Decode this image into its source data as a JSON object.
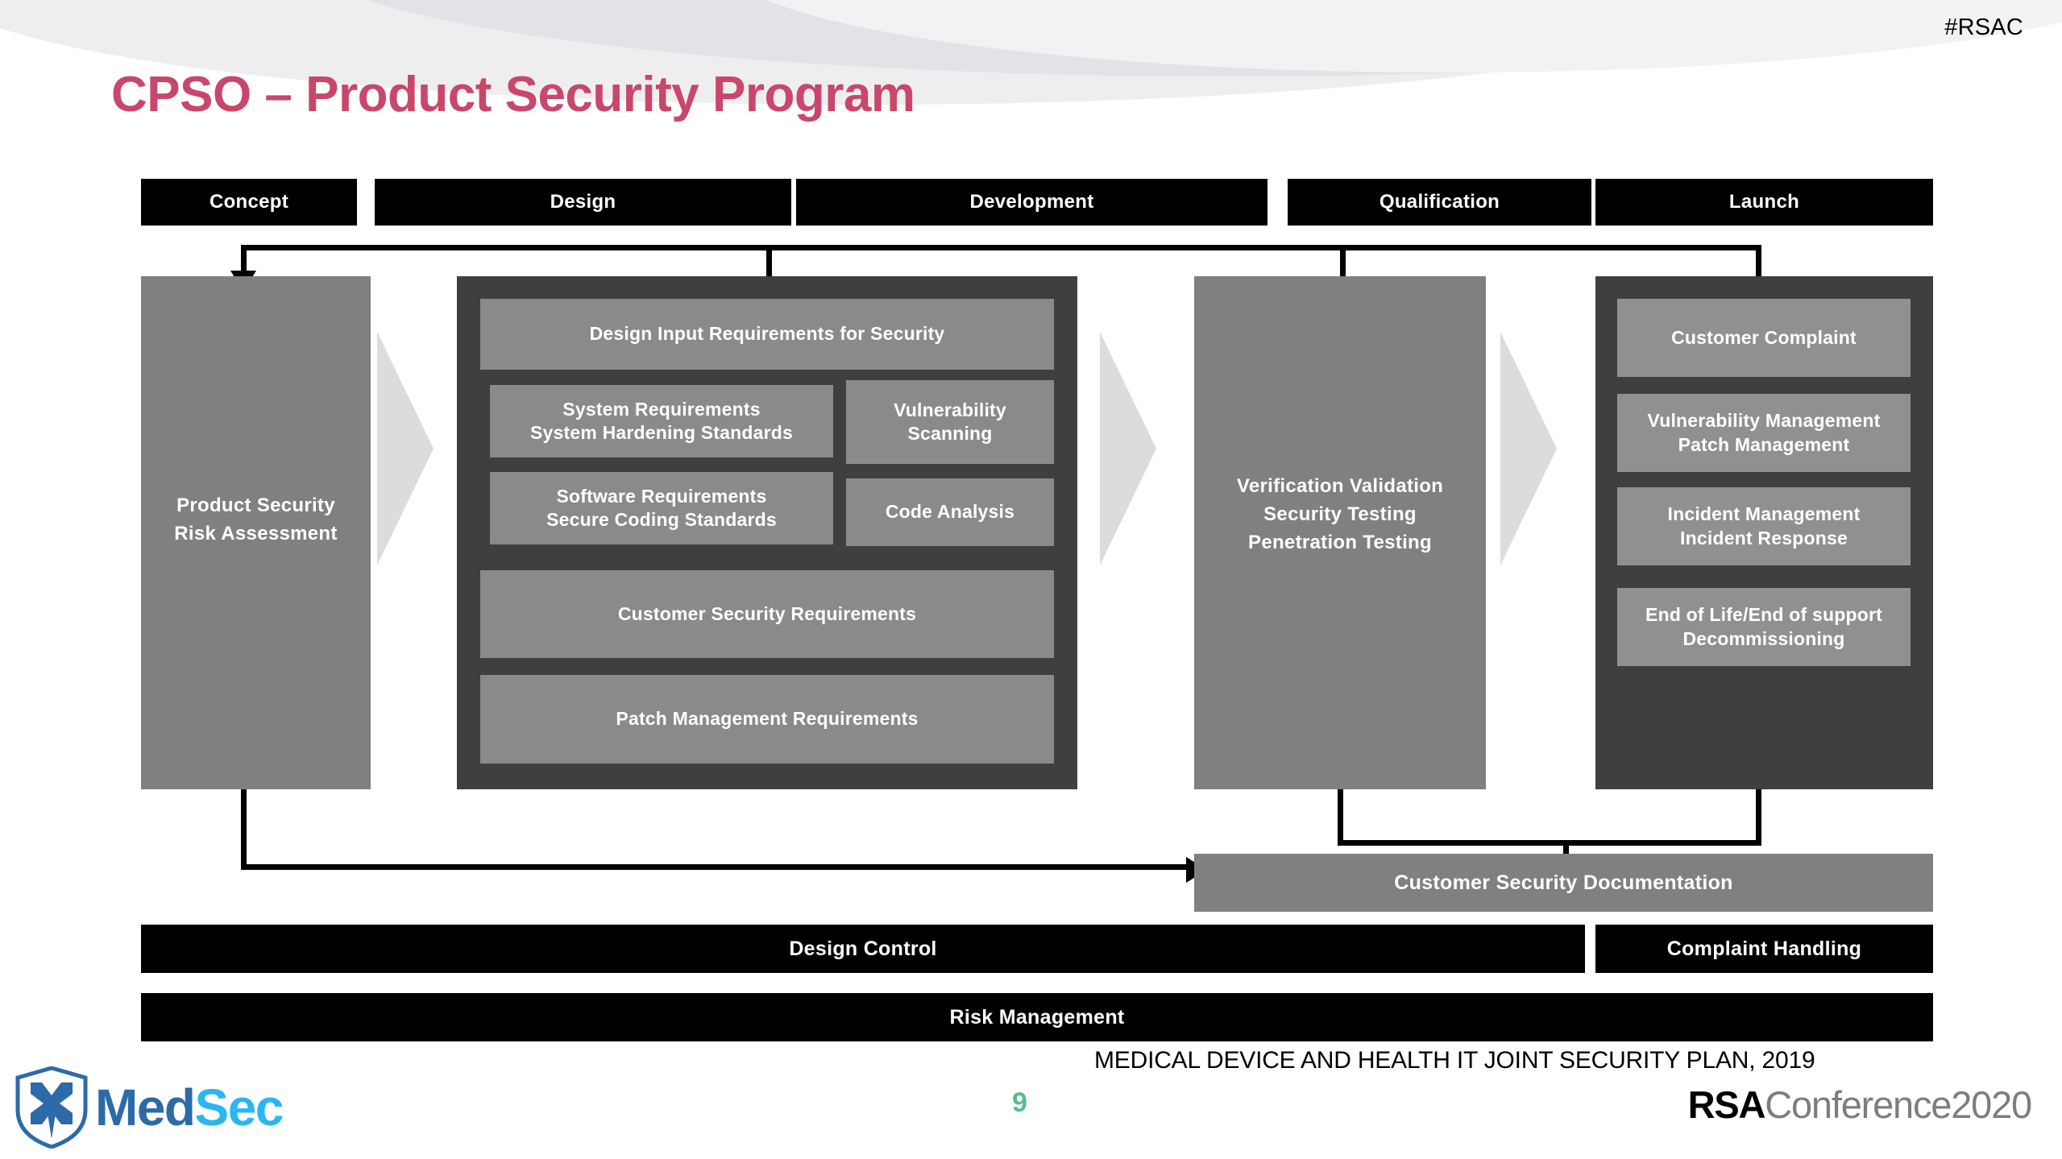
{
  "slide": {
    "hashtag": "#RSAC",
    "title": "CPSO – Product Security Program",
    "page_number": "9",
    "source_credit": "MEDICAL DEVICE AND HEALTH IT JOINT SECURITY PLAN, 2019",
    "colors": {
      "title_pink": "#c8476a",
      "page_number_green": "#56bd8a",
      "band_black": "#000000",
      "panel_gray": "#808080",
      "subbox_gray": "#8a8a8a",
      "panel_dark_gray": "#3f3f3f",
      "chevron_gray": "#dcdcdc",
      "medsec_dark_blue": "#2d6aa8",
      "medsec_light_blue": "#2bb6f2"
    }
  },
  "branding": {
    "medsec_med": "Med",
    "medsec_sec": "Sec",
    "rsa_conference_rsa": "RSA",
    "rsa_conference_rest": "Conference2020"
  },
  "diagram": {
    "phases": [
      {
        "label": "Concept"
      },
      {
        "label": "Design"
      },
      {
        "label": "Development"
      },
      {
        "label": "Qualification"
      },
      {
        "label": "Launch"
      }
    ],
    "concept": {
      "label": "Product Security\nRisk Assessment",
      "line1": "Product Security",
      "line2": "Risk Assessment"
    },
    "design": {
      "boxes": [
        {
          "lines": [
            "Design Input Requirements for Security"
          ]
        },
        {
          "lines": [
            "System Requirements",
            "System Hardening Standards"
          ]
        },
        {
          "lines": [
            "Vulnerability",
            "Scanning"
          ]
        },
        {
          "lines": [
            "Software Requirements",
            "Secure Coding Standards"
          ]
        },
        {
          "lines": [
            "Code Analysis"
          ]
        },
        {
          "lines": [
            "Customer Security Requirements"
          ]
        },
        {
          "lines": [
            "Patch Management Requirements"
          ]
        }
      ]
    },
    "qualification": {
      "line1": "Verification Validation",
      "line2": "Security Testing",
      "line3": "Penetration Testing"
    },
    "launch": {
      "boxes": [
        {
          "lines": [
            "Customer Complaint"
          ]
        },
        {
          "lines": [
            "Vulnerability Management",
            "Patch Management"
          ]
        },
        {
          "lines": [
            "Incident Management",
            "Incident Response"
          ]
        },
        {
          "lines": [
            "End of Life/End of support",
            "Decommissioning"
          ]
        }
      ]
    },
    "documentation_bar": "Customer Security Documentation",
    "bands": [
      {
        "label": "Design Control"
      },
      {
        "label": "Complaint Handling"
      },
      {
        "label": "Risk Management"
      }
    ]
  }
}
